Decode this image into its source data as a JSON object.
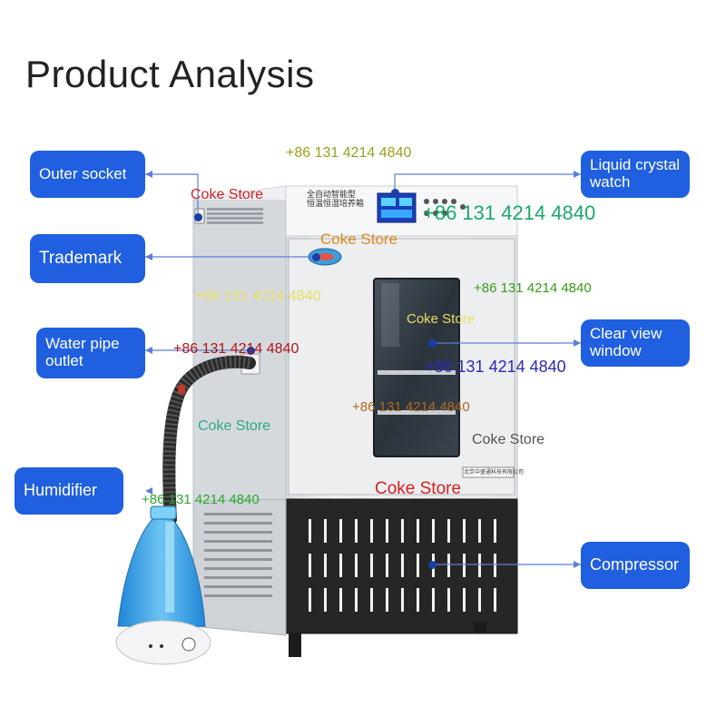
{
  "title": "Product Analysis",
  "callouts": {
    "outer_socket": "Outer socket",
    "trademark": "Trademark",
    "water_pipe": "Water pipe outlet",
    "humidifier": "Humidifier",
    "lcd": "Liquid crystal watch",
    "clear_view": "Clear view window",
    "compressor": "Compressor"
  },
  "panel": {
    "name_line1": "全自动智能型",
    "name_line2": "恒温恒湿培养箱",
    "nameplate": "北京中盛通科技有限公司"
  },
  "watermarks": {
    "phone": "+86 131 4214 4840",
    "store": "Coke Store"
  },
  "colors": {
    "callout_bg": "#1f5fe0",
    "cabinet": "#e9ecef",
    "compressor": "#222222",
    "humidifier": "#3fa6e6"
  }
}
